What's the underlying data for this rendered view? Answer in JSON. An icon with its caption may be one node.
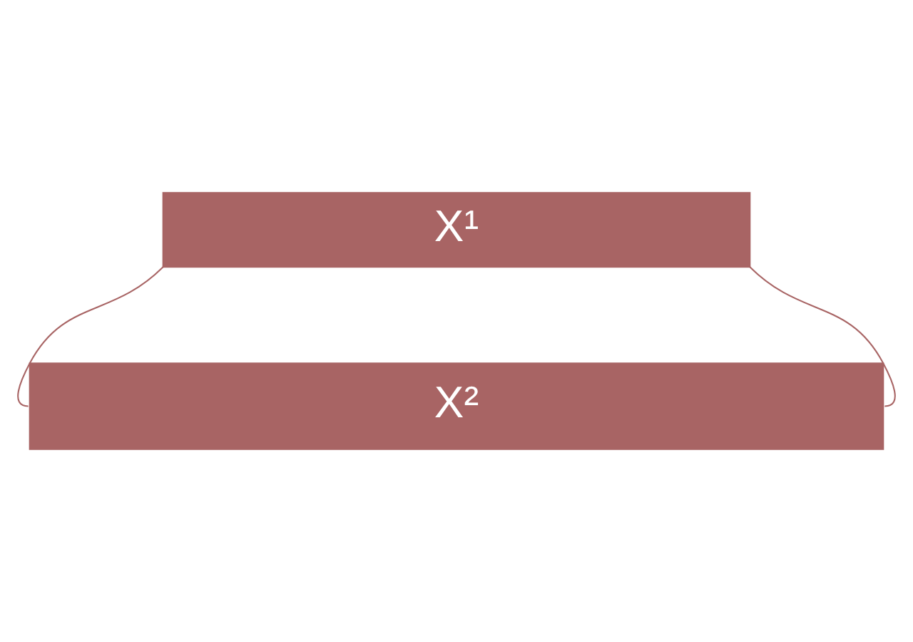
{
  "diagram": {
    "nodes": [
      {
        "text": [
          "X¹"
        ]
      },
      {
        "text": [
          "X²"
        ]
      }
    ],
    "edges": [
      {
        "from": 0,
        "to": 1,
        "arrow": "none"
      },
      {
        "from": 0,
        "to": 1,
        "arrow": "none"
      }
    ]
  }
}
